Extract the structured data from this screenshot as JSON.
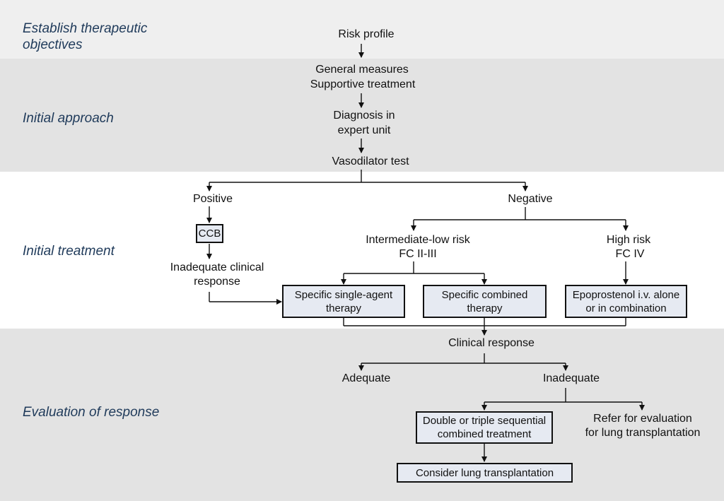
{
  "sections": {
    "objectives": "Establish therapeutic objectives",
    "initial_approach": "Initial approach",
    "initial_treatment": "Initial treatment",
    "evaluation": "Evaluation of response"
  },
  "nodes": {
    "risk_profile": "Risk profile",
    "general_measures": "General measures",
    "supportive_treatment": "Supportive treatment",
    "diagnosis_l1": "Diagnosis in",
    "diagnosis_l2": "expert unit",
    "vasodilator_test": "Vasodilator test",
    "positive": "Positive",
    "negative": "Negative",
    "ccb": "CCB",
    "inadequate_clinical_l1": "Inadequate clinical",
    "inadequate_clinical_l2": "response",
    "intermediate_l1": "Intermediate-low risk",
    "intermediate_l2": "FC II-III",
    "high_risk_l1": "High risk",
    "high_risk_l2": "FC IV",
    "single_agent_l1": "Specific single-agent",
    "single_agent_l2": "therapy",
    "combined_l1": "Specific combined",
    "combined_l2": "therapy",
    "epoprostenol_l1": "Epoprostenol i.v. alone",
    "epoprostenol_l2": "or in combination",
    "clinical_response": "Clinical response",
    "adequate": "Adequate",
    "inadequate": "Inadequate",
    "double_triple_l1": "Double or triple sequential",
    "double_triple_l2": "combined treatment",
    "refer_l1": "Refer for evaluation",
    "refer_l2": "for lung transplantation",
    "consider_lung": "Consider lung transplantation"
  }
}
